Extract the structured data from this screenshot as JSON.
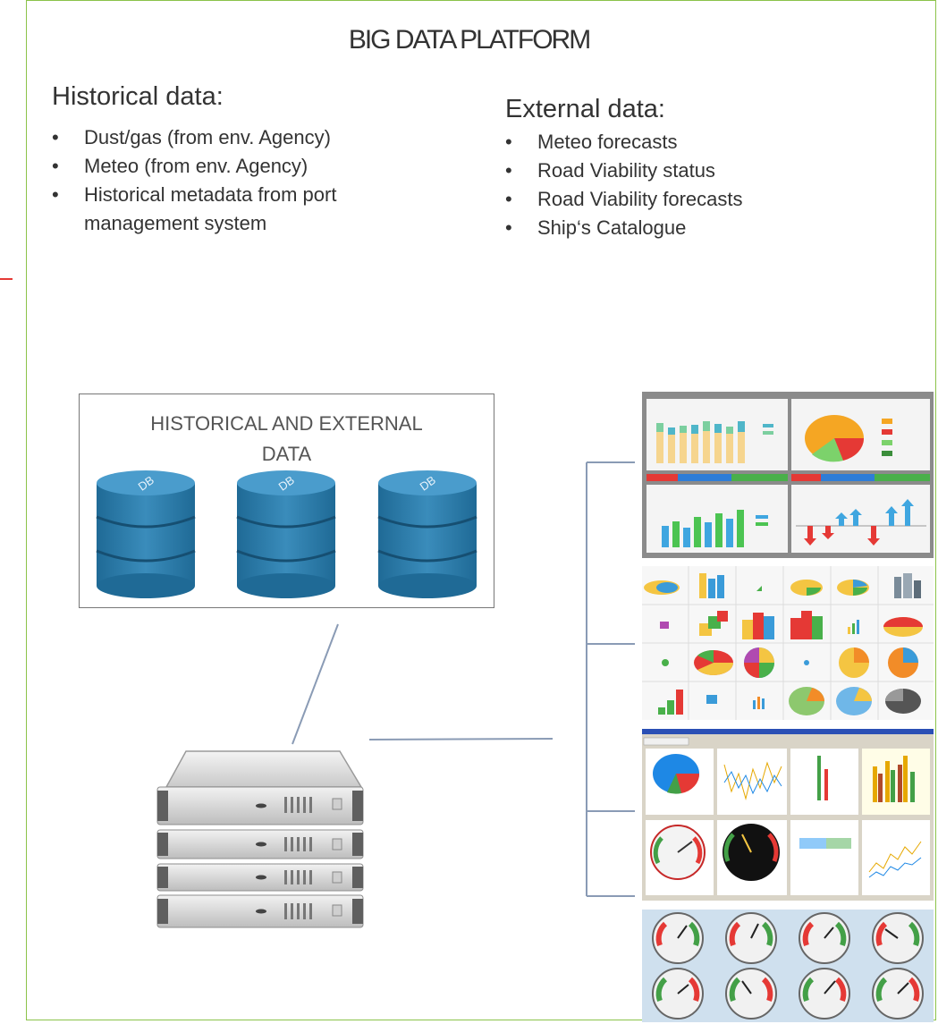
{
  "page": {
    "title": "BIG DATA PLATFORM"
  },
  "historical": {
    "heading": "Historical data:",
    "items": [
      "Dust/gas (from env. Agency)",
      "Meteo (from env. Agency)",
      "Historical metadata from port management system"
    ]
  },
  "external": {
    "heading": "External data:",
    "items": [
      "Meteo forecasts",
      "Road Viability status",
      "Road Viability forecasts",
      "Ship‘s Catalogue"
    ]
  },
  "database_box": {
    "label": "HISTORICAL AND EXTERNAL\nDATA",
    "db_icon_text": "DB"
  },
  "colors": {
    "frame_border": "#8bc34a",
    "db_blue": "#2f7fae",
    "connector": "#8a9bb5"
  },
  "icons": [
    "database-icon",
    "server-rack-icon",
    "dashboard-thumbnail"
  ]
}
